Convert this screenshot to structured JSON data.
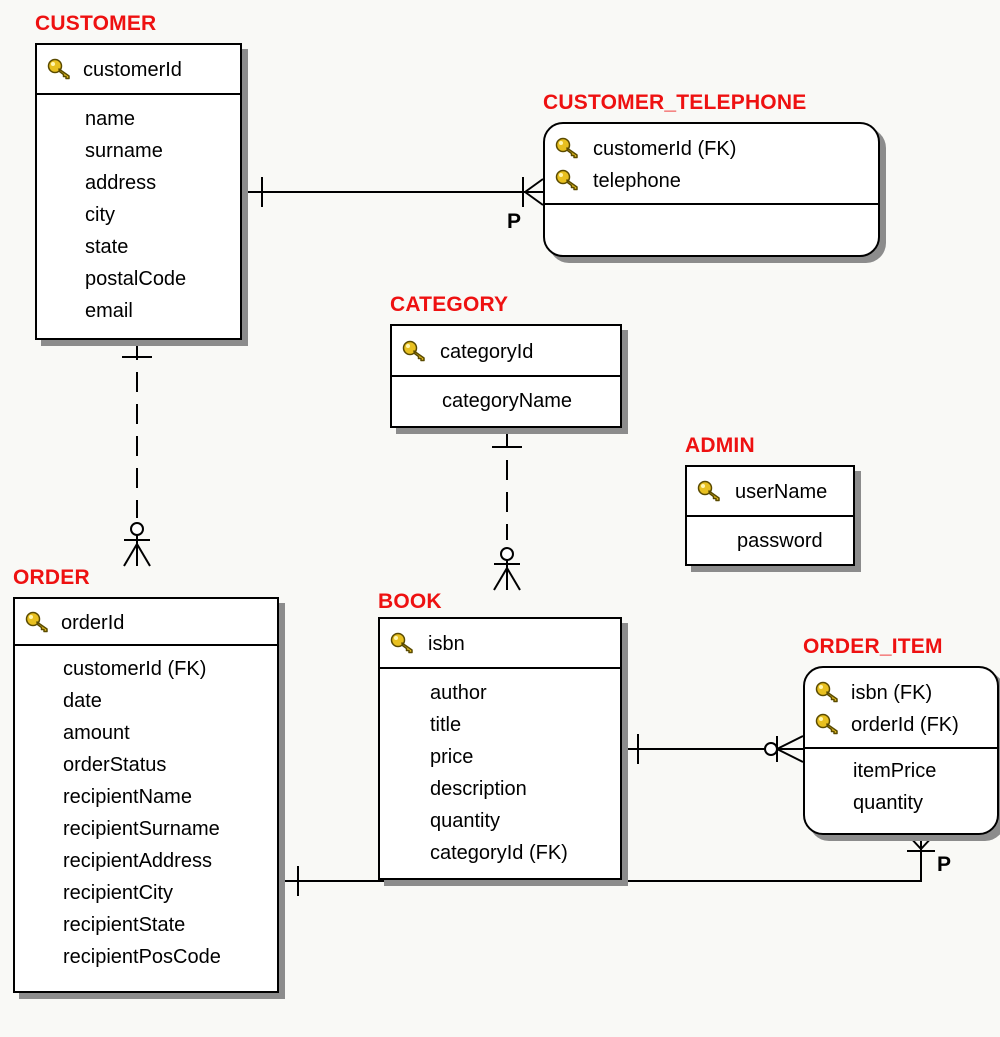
{
  "entities": {
    "customer": {
      "name": "CUSTOMER",
      "keys": [
        "customerId"
      ],
      "attributes": [
        "name",
        "surname",
        "address",
        "city",
        "state",
        "postalCode",
        "email"
      ]
    },
    "customer_telephone": {
      "name": "CUSTOMER_TELEPHONE",
      "keys": [
        "customerId (FK)",
        "telephone"
      ],
      "attributes": []
    },
    "category": {
      "name": "CATEGORY",
      "keys": [
        "categoryId"
      ],
      "attributes": [
        "categoryName"
      ]
    },
    "admin": {
      "name": "ADMIN",
      "keys": [
        "userName"
      ],
      "attributes": [
        "password"
      ]
    },
    "order": {
      "name": "ORDER",
      "keys": [
        "orderId"
      ],
      "attributes": [
        "customerId (FK)",
        "date",
        "amount",
        "orderStatus",
        "recipientName",
        "recipientSurname",
        "recipientAddress",
        "recipientCity",
        "recipientState",
        "recipientPosCode"
      ]
    },
    "book": {
      "name": "BOOK",
      "keys": [
        "isbn"
      ],
      "attributes": [
        "author",
        "title",
        "price",
        "description",
        "quantity",
        "categoryId (FK)"
      ]
    },
    "order_item": {
      "name": "ORDER_ITEM",
      "keys": [
        "isbn (FK)",
        "orderId (FK)"
      ],
      "attributes": [
        "itemPrice",
        "quantity"
      ]
    }
  },
  "relationship_marks": {
    "customer_to_telephone": "P",
    "order_to_order_item": "P"
  },
  "colors": {
    "entity_title": "#ee1111",
    "background": "#f9f9f6",
    "shadow": "#8c8c8c",
    "key_icon": "#e8c020"
  },
  "icon": "key-icon"
}
